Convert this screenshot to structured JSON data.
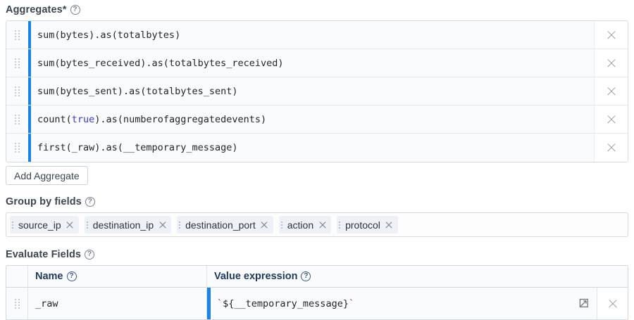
{
  "aggregates": {
    "label": "Aggregates*",
    "help_icon": "question-circle-icon",
    "rows": [
      {
        "expr_prefix": "sum(bytes).as(totalbytes)",
        "keyword": "",
        "expr_suffix": "",
        "remove_label": "remove-aggregate"
      },
      {
        "expr_prefix": "sum(bytes_received).as(totalbytes_received)",
        "keyword": "",
        "expr_suffix": "",
        "remove_label": "remove-aggregate"
      },
      {
        "expr_prefix": "sum(bytes_sent).as(totalbytes_sent)",
        "keyword": "",
        "expr_suffix": "",
        "remove_label": "remove-aggregate"
      },
      {
        "expr_prefix": "count(",
        "keyword": "true",
        "expr_suffix": ").as(numberofaggregatedevents)",
        "remove_label": "remove-aggregate"
      },
      {
        "expr_prefix": "first(_raw).as(__temporary_message)",
        "keyword": "",
        "expr_suffix": "",
        "remove_label": "remove-aggregate"
      }
    ],
    "add_button_label": "Add Aggregate"
  },
  "group_by": {
    "label": "Group by fields",
    "help_icon": "question-circle-icon",
    "chips": [
      {
        "label": "source_ip"
      },
      {
        "label": "destination_ip"
      },
      {
        "label": "destination_port"
      },
      {
        "label": "action"
      },
      {
        "label": "protocol"
      }
    ]
  },
  "evaluate_fields": {
    "label": "Evaluate Fields",
    "help_icon": "question-circle-icon",
    "columns": [
      {
        "label": "Name",
        "help_icon": "question-circle-icon"
      },
      {
        "label": "Value expression",
        "help_icon": "question-circle-icon"
      }
    ],
    "rows": [
      {
        "name": "_raw",
        "value_open_tick": "`",
        "value_expression": "${__temporary_message}",
        "value_close_tick": "`",
        "expand_icon": "expand-icon",
        "remove_icon": "close-icon"
      }
    ]
  },
  "colors": {
    "accent_blue": "#1a83e8",
    "keyword_blue": "#3a3ad6",
    "tick_red": "#b03a2e",
    "header_navy": "#1f3a5f",
    "label_gray": "#3d4551",
    "border_gray": "#d6dbe1",
    "row_bg": "#fafbfc"
  }
}
